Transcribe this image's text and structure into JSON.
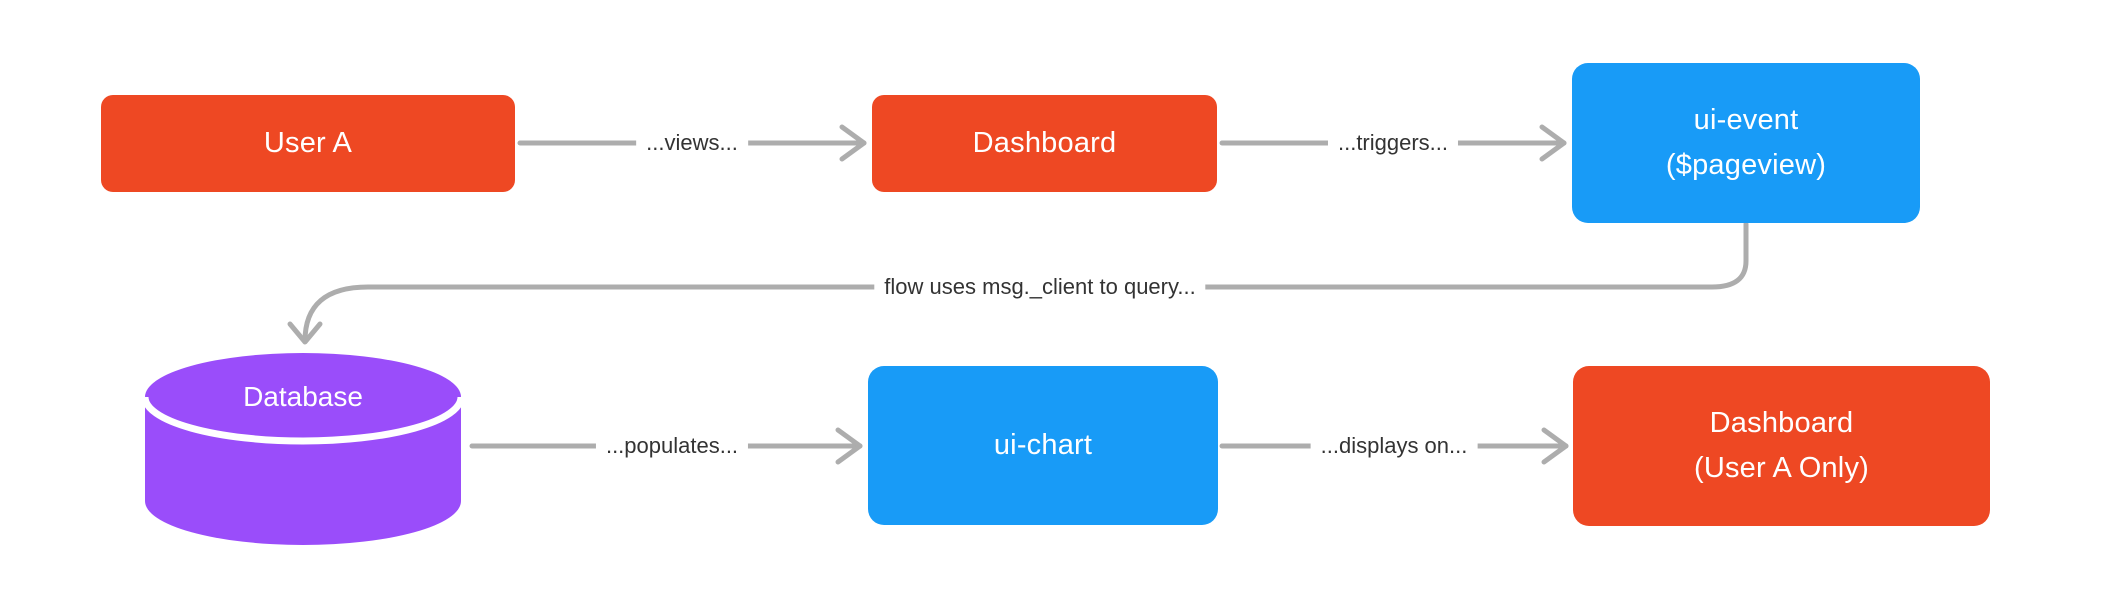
{
  "colors": {
    "node-orange": "#EE4823",
    "node-blue": "#189BF7",
    "node-purple": "#9A4DFA",
    "arrow-gray": "#ADADAD",
    "label-text": "#333333",
    "node-text": "#FFFFFF",
    "canvas-bg": "#FFFFFF"
  },
  "diagram": {
    "nodes": {
      "user_a": {
        "label": "User A"
      },
      "dashboard": {
        "label": "Dashboard"
      },
      "ui_event": {
        "line1": "ui-event",
        "line2": "($pageview)"
      },
      "database": {
        "label": "Database"
      },
      "ui_chart": {
        "label": "ui-chart"
      },
      "dashboard_user_a": {
        "line1": "Dashboard",
        "line2": "(User A Only)"
      }
    },
    "edges": {
      "views": {
        "label": "...views..."
      },
      "triggers": {
        "label": "...triggers..."
      },
      "query": {
        "label": "flow uses msg._client to query..."
      },
      "populates": {
        "label": "...populates..."
      },
      "displays_on": {
        "label": "...displays on..."
      }
    }
  }
}
